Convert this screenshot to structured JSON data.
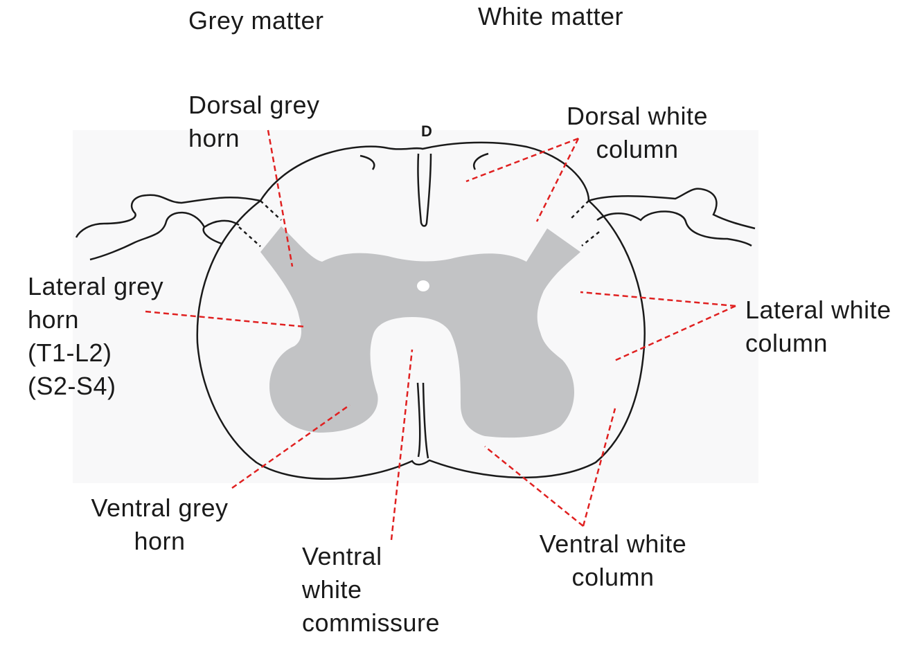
{
  "headings": {
    "grey": "Grey matter",
    "white": "White matter"
  },
  "orientation_marker": "D",
  "labels": {
    "dorsal_grey_horn": [
      "Dorsal grey",
      "horn"
    ],
    "dorsal_white_column": [
      "Dorsal white",
      "column"
    ],
    "lateral_grey_horn": [
      "Lateral grey",
      "horn",
      "(T1-L2)",
      "(S2-S4)"
    ],
    "lateral_white_column": [
      "Lateral white",
      "column"
    ],
    "ventral_grey_horn": [
      "Ventral grey",
      "horn"
    ],
    "ventral_white_commissure": [
      "Ventral",
      "white",
      "commissure"
    ],
    "ventral_white_column": [
      "Ventral white",
      "column"
    ]
  },
  "colors": {
    "grey_matter": "#c2c3c5",
    "white_matter_background": "#f8f8f9",
    "outline": "#1a1a1a",
    "leader_lines": "#e02020",
    "text": "#1a1a1a"
  }
}
